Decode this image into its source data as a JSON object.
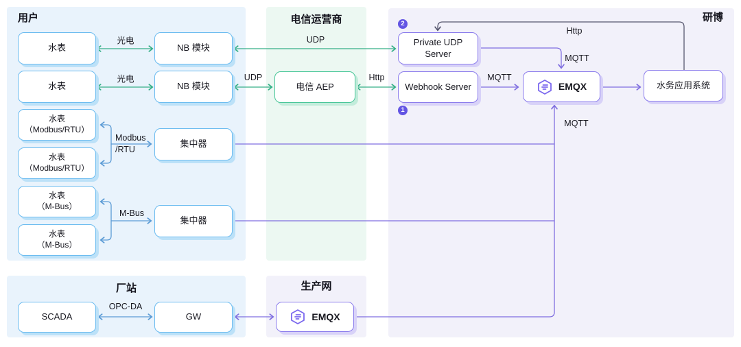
{
  "sections": {
    "user": {
      "title": "用户"
    },
    "telecom": {
      "title": "电信运营商"
    },
    "yanbo": {
      "title": "研博"
    },
    "plant": {
      "title": "厂站"
    },
    "prod": {
      "title": "生产网"
    }
  },
  "badges": {
    "one": "1",
    "two": "2"
  },
  "nodes": {
    "meter1": "水表",
    "meter2": "水表",
    "nb1": "NB 模块",
    "nb2": "NB 模块",
    "meter_modbus_1": "水表\n（Modbus/RTU）",
    "meter_modbus_2": "水表\n（Modbus/RTU）",
    "concentrator1": "集中器",
    "meter_mbus_1": "水表\n（M-Bus）",
    "meter_mbus_2": "水表\n（M-Bus）",
    "concentrator2": "集中器",
    "scada": "SCADA",
    "gw": "GW",
    "telecom_aep": "电信 AEP",
    "private_udp_server": "Private UDP Server",
    "webhook_server": "Webhook Server",
    "emqx_cloud": "EMQX",
    "water_app": "水务应用系统",
    "emqx_prod": "EMQX"
  },
  "edge_labels": {
    "optical1": "光电",
    "optical2": "光电",
    "udp_long": "UDP",
    "udp_short": "UDP",
    "http_aep": "Http",
    "modbus_line1": "Modbus",
    "modbus_line2": "/RTU",
    "mbus": "M-Bus",
    "opcda": "OPC-DA",
    "mqtt_webhook": "MQTT",
    "mqtt_private": "MQTT",
    "mqtt_uplink": "MQTT",
    "http_loop": "Http"
  },
  "colors": {
    "panel_blue": "#E9F3FC",
    "panel_mint": "#ECF8F2",
    "panel_lavender": "#F2F1FA",
    "box_border_blue": "#6CBCF0",
    "box_border_green": "#49C698",
    "box_border_purple": "#8B7CEC",
    "wire_green": "#34AF87",
    "wire_blue": "#5B9BD5",
    "wire_purple": "#7F6EE0",
    "wire_dark": "#56566E",
    "badge": "#6254E3"
  }
}
